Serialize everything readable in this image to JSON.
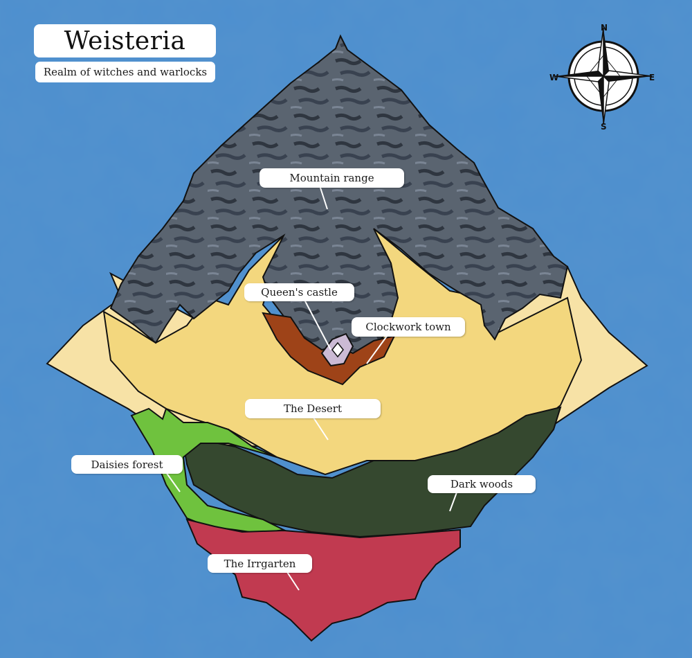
{
  "title": "Weisteria",
  "subtitle": "Realm of witches and warlocks",
  "compass": {
    "north": "N",
    "south": "S",
    "east": "E",
    "west": "W"
  },
  "regions": [
    {
      "id": "mountain",
      "label": "Mountain range"
    },
    {
      "id": "castle",
      "label": "Queen's castle"
    },
    {
      "id": "clockwork",
      "label": "Clockwork town"
    },
    {
      "id": "desert",
      "label": "The Desert"
    },
    {
      "id": "daisies",
      "label": "Daisies forest"
    },
    {
      "id": "darkwoods",
      "label": "Dark woods"
    },
    {
      "id": "irrgarten",
      "label": "The Irrgarten"
    }
  ],
  "colors": {
    "sea": "#4d8fcf",
    "mountain": "#5a6470",
    "desert": "#f3d77e",
    "beach": "#f7e2a6",
    "clockwork": "#9e4318",
    "daisies": "#6fc23e",
    "darkwoods": "#35482f",
    "irrgarten": "#c13a50"
  }
}
